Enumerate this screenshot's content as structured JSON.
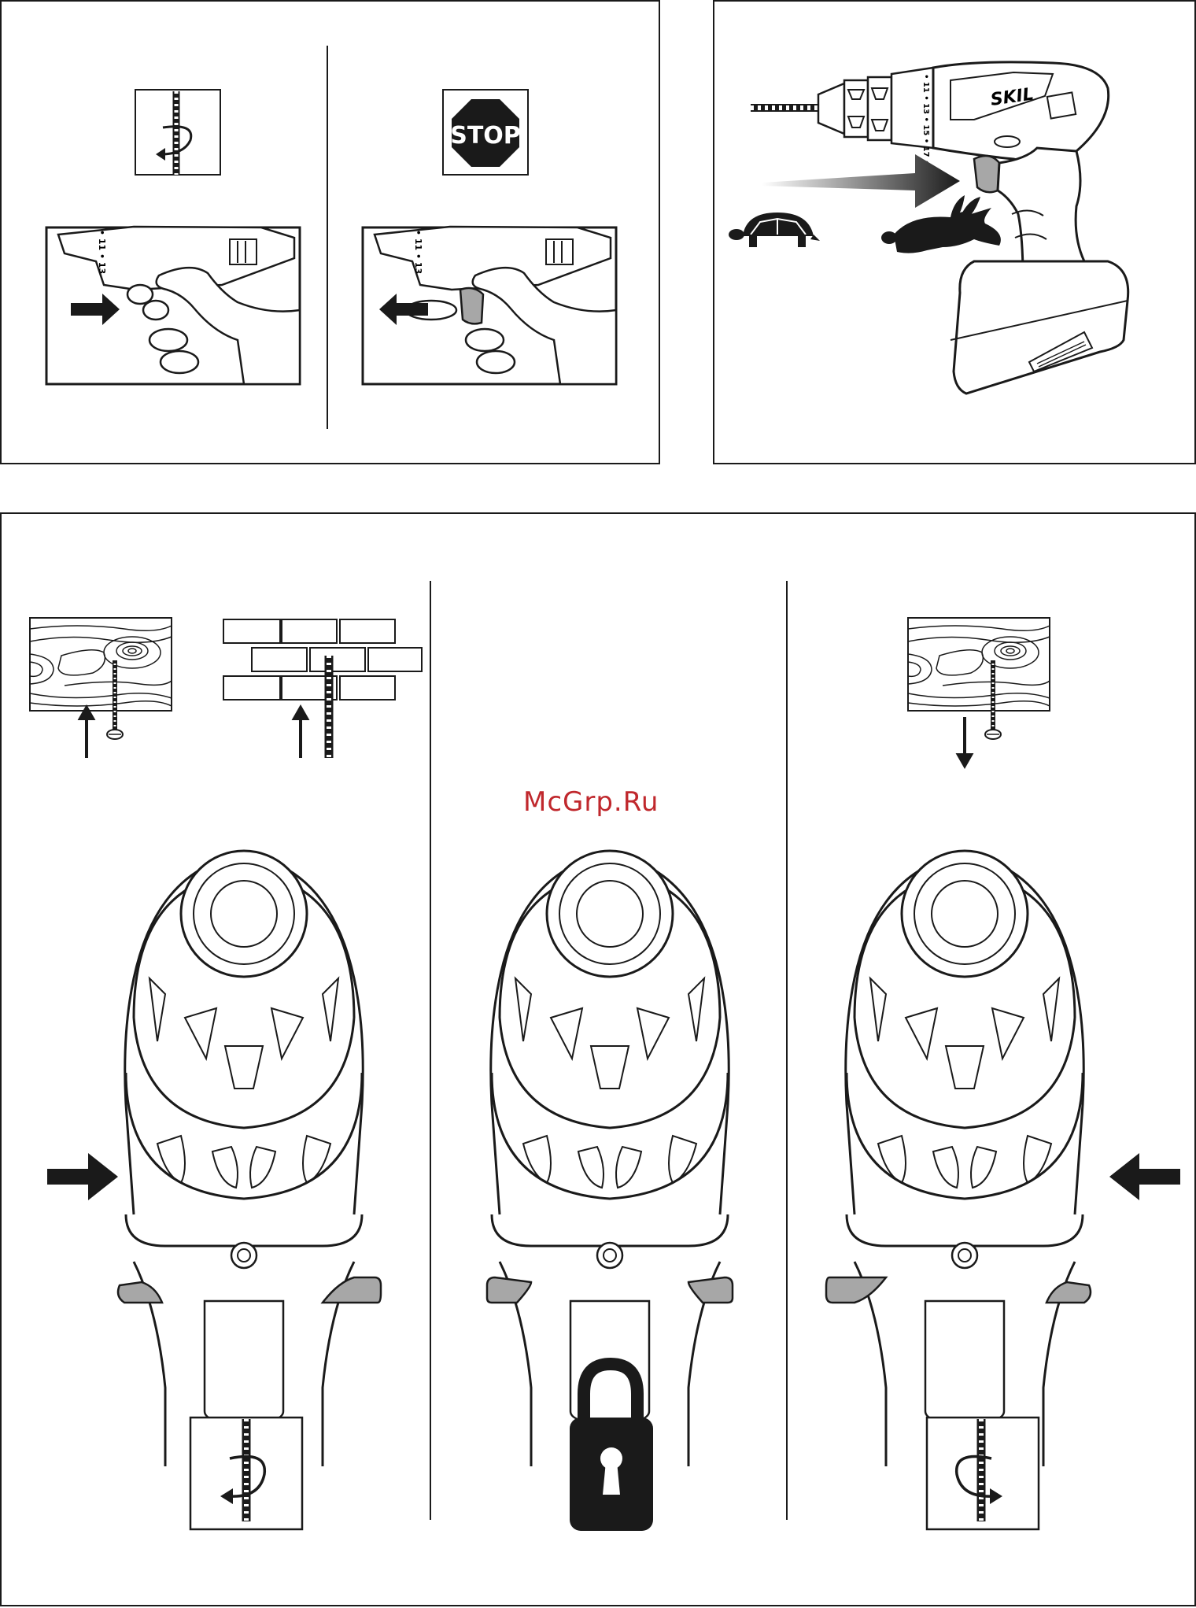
{
  "brand": "SKIL",
  "stop_sign": "STOP",
  "clutch_scale": "• 11 • 13 • 15 • 17 •",
  "clutch_scale_short": "• 11 • 13",
  "watermark": "McGrp.Ru",
  "colors": {
    "line": "#1a1a1a",
    "trigger": "#a7a7a7",
    "watermark": "#c0282d"
  },
  "icons": {
    "forward_rotation": "drill-bit-rotation-forward-icon",
    "reverse_rotation": "drill-bit-rotation-reverse-icon",
    "stop": "stop-sign-icon",
    "slow": "turtle-icon",
    "fast": "rabbit-icon",
    "lock": "padlock-icon"
  }
}
